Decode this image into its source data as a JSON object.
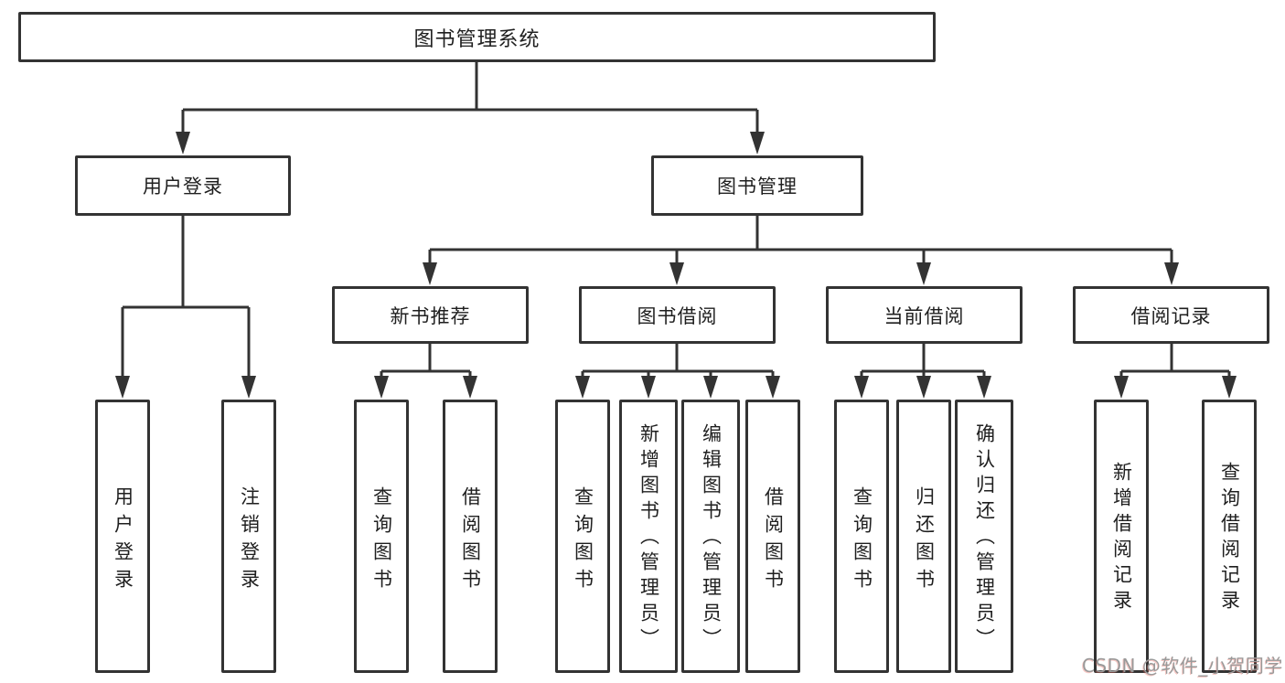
{
  "diagram": {
    "title": "图书管理系统",
    "tree": {
      "root": {
        "label": "图书管理系统"
      },
      "branches": [
        {
          "label": "用户登录",
          "children": [
            {
              "label": "用户登录"
            },
            {
              "label": "注销登录"
            }
          ]
        },
        {
          "label": "图书管理",
          "children": [
            {
              "label": "新书推荐",
              "children": [
                {
                  "label": "查询图书"
                },
                {
                  "label": "借阅图书"
                }
              ]
            },
            {
              "label": "图书借阅",
              "children": [
                {
                  "label": "查询图书"
                },
                {
                  "label": "新增图书（管理员）"
                },
                {
                  "label": "编辑图书（管理员）"
                },
                {
                  "label": "借阅图书"
                }
              ]
            },
            {
              "label": "当前借阅",
              "children": [
                {
                  "label": "查询图书"
                },
                {
                  "label": "归还图书"
                },
                {
                  "label": "确认归还（管理员）"
                }
              ]
            },
            {
              "label": "借阅记录",
              "children": [
                {
                  "label": "新增借阅记录"
                },
                {
                  "label": "查询借阅记录"
                }
              ]
            }
          ]
        }
      ]
    }
  },
  "watermark": {
    "text": "CSDN @软件_小贺同学"
  },
  "colors": {
    "line": "#333333",
    "box_border": "#333333",
    "box_fill": "#ffffff",
    "text": "#1f1f1f",
    "background": "#ffffff",
    "watermark": "#9a9a9a"
  }
}
